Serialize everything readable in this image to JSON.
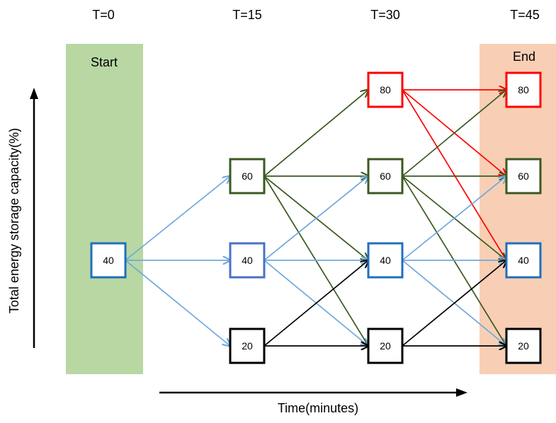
{
  "time_labels": [
    "T=0",
    "T=15",
    "T=30",
    "T=45"
  ],
  "zones": {
    "start": {
      "label": "Start",
      "color": "#b8d7a3"
    },
    "end": {
      "label": "End",
      "color": "#f8cfb5"
    }
  },
  "axes": {
    "ylabel": "Total energy storage capacity(%)",
    "xlabel": "Time(minutes)"
  },
  "colors": {
    "red": "#ff0000",
    "green": "#3a5a1f",
    "blue_light": "#6fa8dc",
    "blue_border": "#1f6fbf",
    "blue_mid": "#4a72c4",
    "black": "#000000"
  },
  "nodes": [
    {
      "id": "t0-40",
      "col": 0,
      "level": 40,
      "label": "40",
      "border": "blue_border"
    },
    {
      "id": "t15-60",
      "col": 1,
      "level": 60,
      "label": "60",
      "border": "green"
    },
    {
      "id": "t15-40",
      "col": 1,
      "level": 40,
      "label": "40",
      "border": "blue_mid"
    },
    {
      "id": "t15-20",
      "col": 1,
      "level": 20,
      "label": "20",
      "border": "black"
    },
    {
      "id": "t30-80",
      "col": 2,
      "level": 80,
      "label": "80",
      "border": "red"
    },
    {
      "id": "t30-60",
      "col": 2,
      "level": 60,
      "label": "60",
      "border": "green"
    },
    {
      "id": "t30-40",
      "col": 2,
      "level": 40,
      "label": "40",
      "border": "blue_border"
    },
    {
      "id": "t30-20",
      "col": 2,
      "level": 20,
      "label": "20",
      "border": "black"
    },
    {
      "id": "t45-80",
      "col": 3,
      "level": 80,
      "label": "80",
      "border": "red"
    },
    {
      "id": "t45-60",
      "col": 3,
      "level": 60,
      "label": "60",
      "border": "green"
    },
    {
      "id": "t45-40",
      "col": 3,
      "level": 40,
      "label": "40",
      "border": "blue_border"
    },
    {
      "id": "t45-20",
      "col": 3,
      "level": 20,
      "label": "20",
      "border": "black"
    }
  ],
  "edges": [
    {
      "from": "t0-40",
      "to": "t15-60",
      "color": "blue_light"
    },
    {
      "from": "t0-40",
      "to": "t15-40",
      "color": "blue_light"
    },
    {
      "from": "t0-40",
      "to": "t15-20",
      "color": "blue_light"
    },
    {
      "from": "t15-60",
      "to": "t30-80",
      "color": "green"
    },
    {
      "from": "t15-60",
      "to": "t30-60",
      "color": "green"
    },
    {
      "from": "t15-60",
      "to": "t30-40",
      "color": "green"
    },
    {
      "from": "t15-60",
      "to": "t30-20",
      "color": "green"
    },
    {
      "from": "t15-40",
      "to": "t30-60",
      "color": "blue_light"
    },
    {
      "from": "t15-40",
      "to": "t30-40",
      "color": "blue_light"
    },
    {
      "from": "t15-40",
      "to": "t30-20",
      "color": "blue_light"
    },
    {
      "from": "t15-20",
      "to": "t30-40",
      "color": "black"
    },
    {
      "from": "t15-20",
      "to": "t30-20",
      "color": "black"
    },
    {
      "from": "t30-80",
      "to": "t45-80",
      "color": "red"
    },
    {
      "from": "t30-80",
      "to": "t45-60",
      "color": "red"
    },
    {
      "from": "t30-80",
      "to": "t45-40",
      "color": "red"
    },
    {
      "from": "t30-60",
      "to": "t45-80",
      "color": "green"
    },
    {
      "from": "t30-60",
      "to": "t45-60",
      "color": "green"
    },
    {
      "from": "t30-60",
      "to": "t45-40",
      "color": "green"
    },
    {
      "from": "t30-60",
      "to": "t45-20",
      "color": "green"
    },
    {
      "from": "t30-40",
      "to": "t45-60",
      "color": "blue_light"
    },
    {
      "from": "t30-40",
      "to": "t45-40",
      "color": "blue_light"
    },
    {
      "from": "t30-40",
      "to": "t45-20",
      "color": "blue_light"
    },
    {
      "from": "t30-20",
      "to": "t45-40",
      "color": "black"
    },
    {
      "from": "t30-20",
      "to": "t45-20",
      "color": "black"
    }
  ]
}
